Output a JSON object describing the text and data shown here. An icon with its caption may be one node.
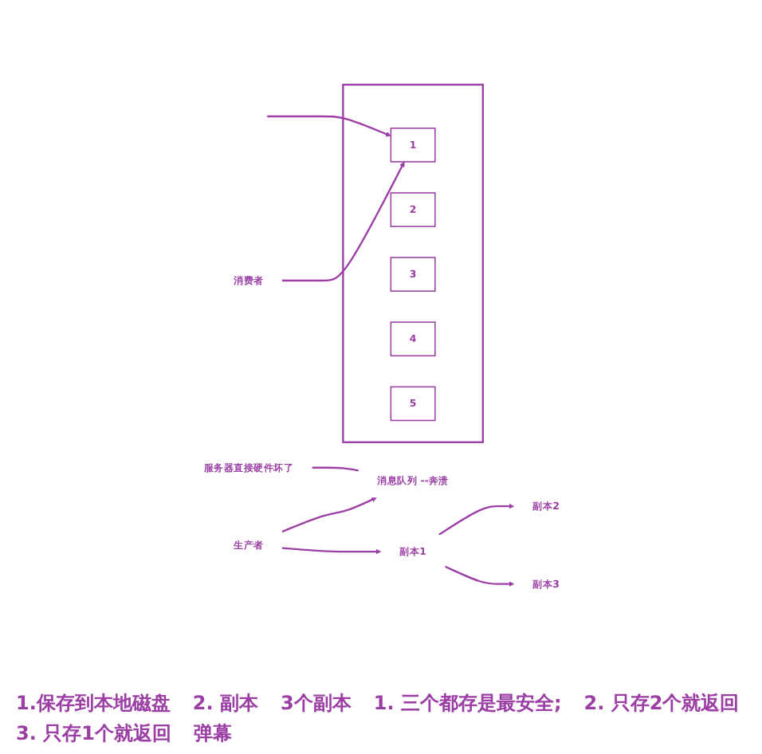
{
  "diagram": {
    "nodes": [
      {
        "text": [
          "生产者"
        ]
      },
      {
        "text": [
          "消息队列 --奔溃"
        ]
      },
      {
        "text": [
          "服务器直接硬件坏了"
        ]
      },
      {
        "text": [
          "副本1"
        ]
      },
      {
        "text": [
          "副本2"
        ]
      },
      {
        "text": [
          "副本3"
        ]
      },
      {
        "text": [
          "消费者"
        ]
      },
      {
        "text": [],
        "shape": "box"
      },
      {
        "text": [
          "1"
        ],
        "in": 7
      },
      {
        "text": [
          "2"
        ],
        "in": 7
      },
      {
        "text": [
          "3"
        ],
        "in": 7
      },
      {
        "text": [
          "4"
        ],
        "in": 7
      },
      {
        "text": [
          "5"
        ],
        "in": 7
      }
    ],
    "edges": [
      {
        "from": 0,
        "to": 1,
        "arrow": "to"
      },
      {
        "from": 2,
        "to": 1,
        "arrow": "none"
      },
      {
        "from": 0,
        "to": 3,
        "arrow": "to"
      },
      {
        "from": 3,
        "to": 4,
        "arrow": "to"
      },
      {
        "from": 3,
        "to": 5,
        "arrow": "to"
      },
      {
        "from": 6,
        "to": 8,
        "arrow": "to"
      },
      {
        "from": null,
        "to": 8,
        "arrow": "to"
      }
    ],
    "labels": [
      "1.保存到本地磁盘",
      "2. 副本",
      "3个副本",
      "1. 三个都存是最安全;",
      "2. 只存2个就返回",
      "3. 只存1个就返回",
      "弹幕"
    ]
  }
}
